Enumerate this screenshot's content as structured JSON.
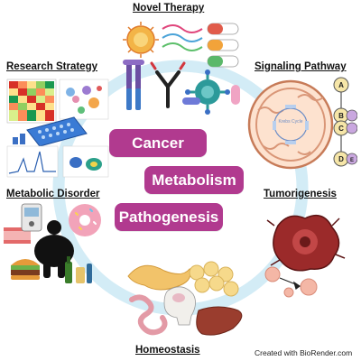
{
  "diagram": {
    "center_terms": [
      "Cancer",
      "Metabolism",
      "Pathogenesis"
    ],
    "nodes": {
      "novel_therapy": "Novel Therapy",
      "research_strategy": "Research Strategy",
      "signaling_pathway": "Signaling Pathway",
      "metabolic_disorder": "Metabolic Disorder",
      "tumorigenesis": "Tumorigenesis",
      "homeostasis": "Homeostasis"
    },
    "pathway_steps": [
      "A",
      "B",
      "C",
      "D",
      "E"
    ],
    "krebs_label": "Krebs Cycle",
    "credit": "Created with BioRender.com"
  },
  "colors": {
    "pill": "#b13a8f",
    "ring": "#d3ecf6",
    "pathway_node": "#f6e6a8",
    "pathway_node_purple": "#c9a7df"
  }
}
